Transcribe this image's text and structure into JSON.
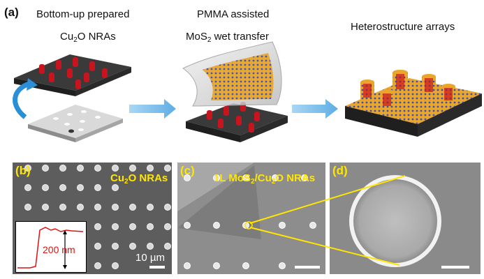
{
  "panel_a": {
    "label": "(a)",
    "step1": {
      "line1": "Bottom-up prepared",
      "line2_prefix": "Cu",
      "line2_sub": "2",
      "line2_suffix": "O NRAs"
    },
    "step2": {
      "line1": "PMMA  assisted",
      "line2_prefix": "MoS",
      "line2_sub": "2",
      "line2_suffix": " wet transfer"
    },
    "step3": {
      "line1": "Heterostructure arrays"
    }
  },
  "panel_b": {
    "label": "(b)",
    "material_prefix": "Cu",
    "material_sub": "2",
    "material_suffix": "O NRAs",
    "profile_height": "200 nm",
    "scale_bar": "10 µm"
  },
  "panel_c": {
    "label": "(c)",
    "material_prefix": "1L MoS",
    "material_sub": "2",
    "material_mid": "/Cu",
    "material_sub2": "2",
    "material_suffix": "O NRAs"
  },
  "panel_d": {
    "label": "(d)"
  },
  "colors": {
    "nanorod": "#c8141e",
    "substrate": "#2b2b2b",
    "arrow": "#7ec0ea",
    "label_yellow": "#ffe600",
    "profile_line": "#d11",
    "rotate_arrow": "#2a8fd6"
  }
}
